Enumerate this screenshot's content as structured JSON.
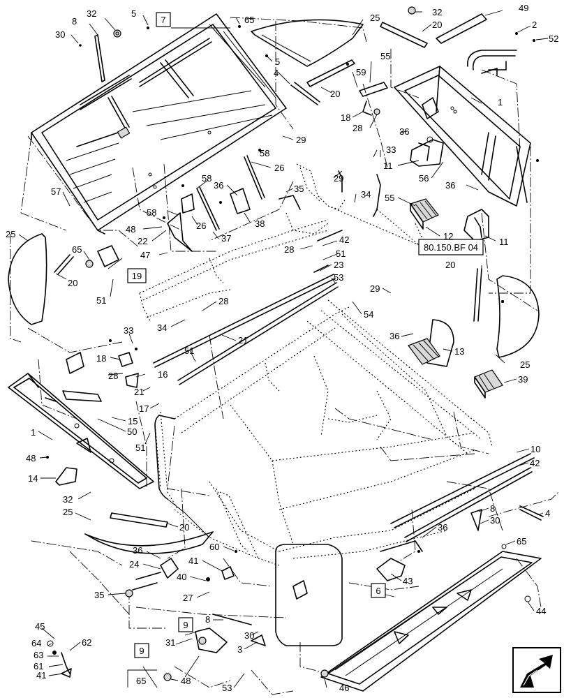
{
  "callouts": {
    "c1": "32",
    "c2": "5",
    "c3": "65",
    "c4": "25",
    "c5": "32",
    "c6": "49",
    "c7": "8",
    "c8": "20",
    "c9": "30",
    "c10": "2",
    "c11": "52",
    "c12": "5",
    "c13": "55",
    "c14": "4",
    "c15": "59",
    "c16": "20",
    "c17": "1",
    "c18": "18",
    "c19": "28",
    "c20": "36",
    "c21": "29",
    "c22": "58",
    "c23": "33",
    "c24": "26",
    "c25": "29",
    "c26": "11",
    "c27": "56",
    "c28": "36",
    "c29": "58",
    "c30": "36",
    "c31": "35",
    "c32": "34",
    "c33": "55",
    "c34": "57",
    "c35": "58",
    "c36": "26",
    "c37": "38",
    "c38": "12",
    "c39": "11",
    "c40": "48",
    "c41": "22",
    "c42": "37",
    "c43": "25",
    "c44": "65",
    "c45": "47",
    "c46": "28",
    "c47": "42",
    "c48": "51",
    "c49": "20",
    "c50": "20",
    "c51": "23",
    "c52": "53",
    "c53": "51",
    "c54": "29",
    "c55": "28",
    "c56": "54",
    "c57": "34",
    "c58": "36",
    "c59": "13",
    "c60": "33",
    "c61": "21",
    "c62": "18",
    "c63": "28",
    "c64": "51",
    "c65": "16",
    "c66": "25",
    "c67": "21",
    "c68": "39",
    "c69": "17",
    "c70": "15",
    "c71": "50",
    "c72": "51",
    "c73": "1",
    "c74": "10",
    "c75": "48",
    "c76": "42",
    "c77": "14",
    "c78": "32",
    "c79": "8",
    "c80": "4",
    "c81": "30",
    "c82": "25",
    "c83": "20",
    "c84": "36",
    "c85": "65",
    "c86": "60",
    "c87": "36",
    "c88": "24",
    "c89": "41",
    "c90": "40",
    "c91": "43",
    "c92": "35",
    "c93": "27",
    "c94": "44",
    "c95": "8",
    "c96": "30",
    "c97": "45",
    "c98": "31",
    "c99": "64",
    "c100": "62",
    "c101": "63",
    "c102": "3",
    "c103": "61",
    "c104": "41",
    "c105": "65",
    "c106": "48",
    "c107": "53",
    "c108": "46"
  },
  "boxed_labels": {
    "b7": "7",
    "b19": "19",
    "b6": "6",
    "b9a": "9",
    "b9b": "9"
  },
  "reference_label": "80.150.BF 04",
  "direction_icon": "front-direction-arrow-icon"
}
